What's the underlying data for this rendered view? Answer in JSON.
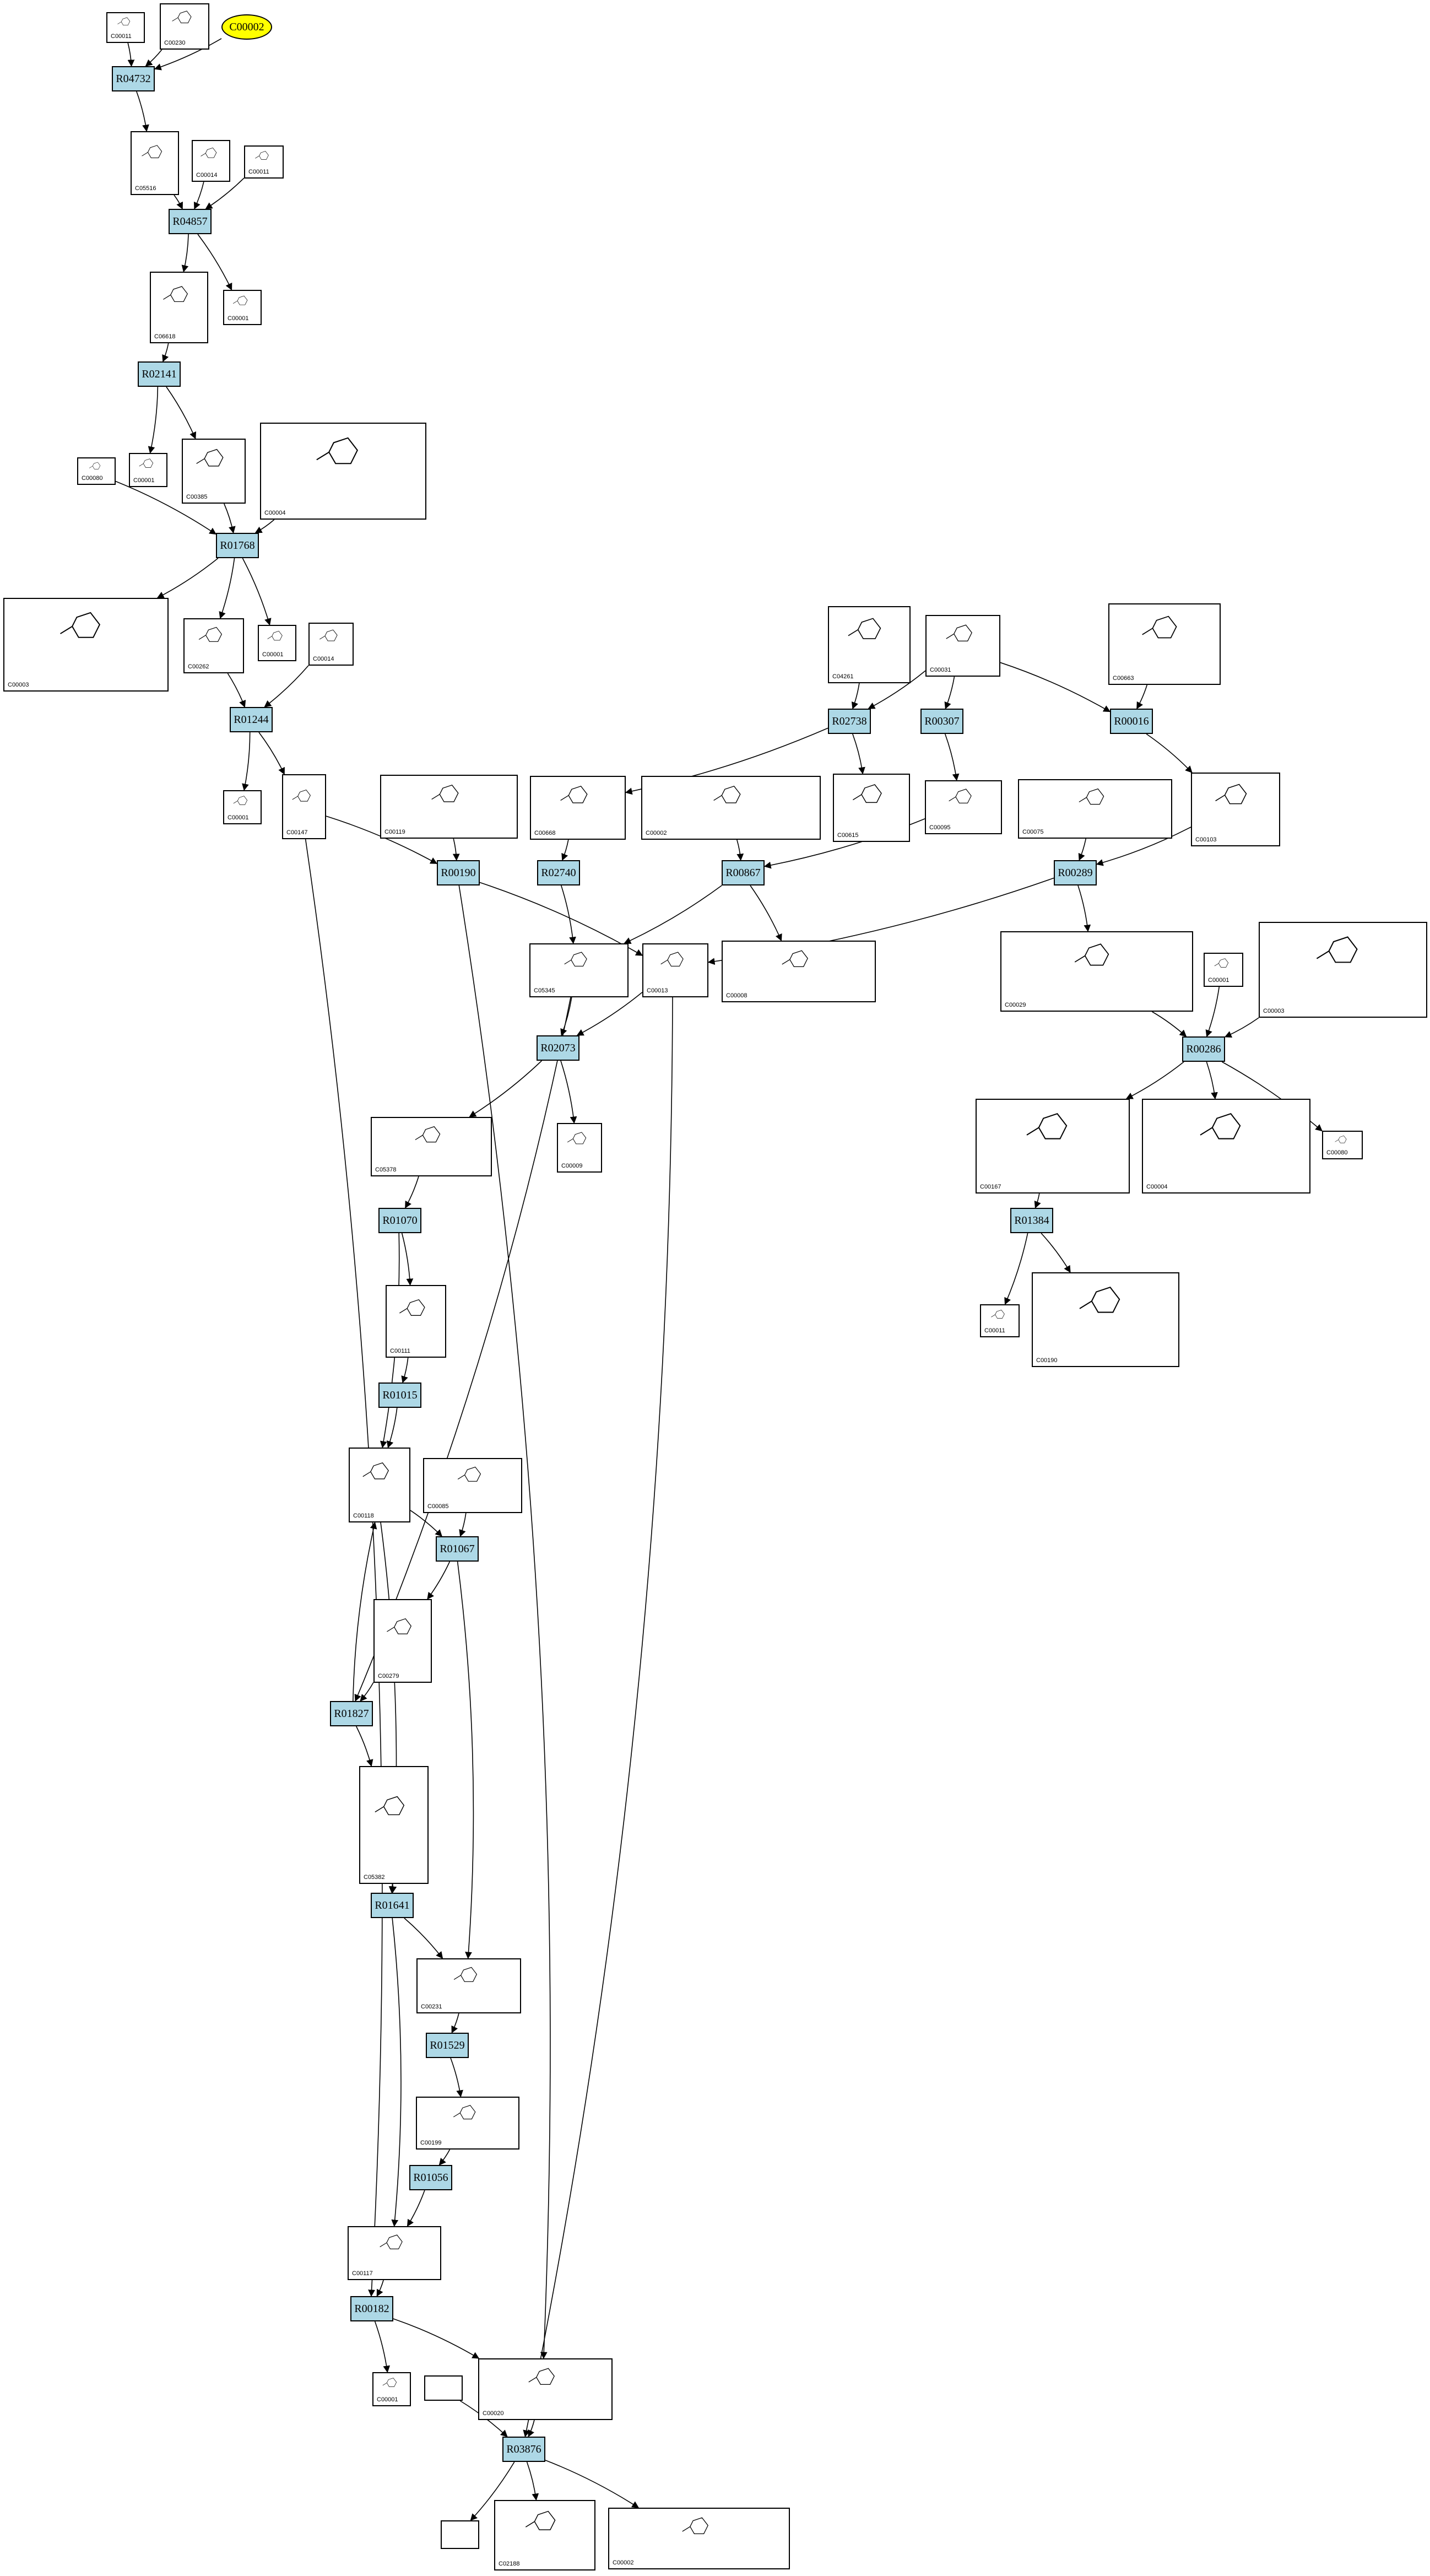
{
  "root": {
    "label": "C00002"
  },
  "reactions": [
    {
      "id": "R04732",
      "label": "R04732"
    },
    {
      "id": "R04857",
      "label": "R04857"
    },
    {
      "id": "R02141",
      "label": "R02141"
    },
    {
      "id": "R01768",
      "label": "R01768"
    },
    {
      "id": "R01244",
      "label": "R01244"
    },
    {
      "id": "R00190",
      "label": "R00190"
    },
    {
      "id": "R02740",
      "label": "R02740"
    },
    {
      "id": "R00867",
      "label": "R00867"
    },
    {
      "id": "R02738",
      "label": "R02738"
    },
    {
      "id": "R00307",
      "label": "R00307"
    },
    {
      "id": "R00016",
      "label": "R00016"
    },
    {
      "id": "R00289",
      "label": "R00289"
    },
    {
      "id": "R02073",
      "label": "R02073"
    },
    {
      "id": "R00286",
      "label": "R00286"
    },
    {
      "id": "R01070",
      "label": "R01070"
    },
    {
      "id": "R01384",
      "label": "R01384"
    },
    {
      "id": "R01015",
      "label": "R01015"
    },
    {
      "id": "R01067",
      "label": "R01067"
    },
    {
      "id": "R01827",
      "label": "R01827"
    },
    {
      "id": "R01641",
      "label": "R01641"
    },
    {
      "id": "R01529",
      "label": "R01529"
    },
    {
      "id": "R01056",
      "label": "R01056"
    },
    {
      "id": "R00182",
      "label": "R00182"
    },
    {
      "id": "R03876",
      "label": "R03876"
    }
  ],
  "compounds": [
    {
      "id": "C00011a",
      "label": "C00011"
    },
    {
      "id": "C00230",
      "label": "C00230"
    },
    {
      "id": "C05516",
      "label": "C05516"
    },
    {
      "id": "C00014a",
      "label": "C00014"
    },
    {
      "id": "C00011b",
      "label": "C00011"
    },
    {
      "id": "C00001a",
      "label": "C00001"
    },
    {
      "id": "C06618",
      "label": "C06618"
    },
    {
      "id": "C00001b",
      "label": "C00001"
    },
    {
      "id": "C00080a",
      "label": "C00080"
    },
    {
      "id": "C00385",
      "label": "C00385"
    },
    {
      "id": "C00004a",
      "label": "C00004"
    },
    {
      "id": "C00003a",
      "label": "C00003"
    },
    {
      "id": "C00262",
      "label": "C00262"
    },
    {
      "id": "C00001c",
      "label": "C00001"
    },
    {
      "id": "C00014b",
      "label": "C00014"
    },
    {
      "id": "C00001d",
      "label": "C00001"
    },
    {
      "id": "C00147",
      "label": "C00147"
    },
    {
      "id": "C00119",
      "label": "C00119"
    },
    {
      "id": "C00668",
      "label": "C00668"
    },
    {
      "id": "C00002a",
      "label": "C00002"
    },
    {
      "id": "C04261",
      "label": "C04261"
    },
    {
      "id": "C00031",
      "label": "C00031"
    },
    {
      "id": "C00615",
      "label": "C00615"
    },
    {
      "id": "C00095",
      "label": "C00095"
    },
    {
      "id": "C00663",
      "label": "C00663"
    },
    {
      "id": "C00075",
      "label": "C00075"
    },
    {
      "id": "C00103",
      "label": "C00103"
    },
    {
      "id": "C05345",
      "label": "C05345"
    },
    {
      "id": "C00013",
      "label": "C00013"
    },
    {
      "id": "C00008",
      "label": "C00008"
    },
    {
      "id": "C00029",
      "label": "C00029"
    },
    {
      "id": "C00001e",
      "label": "C00001"
    },
    {
      "id": "C00003b",
      "label": "C00003"
    },
    {
      "id": "C05378",
      "label": "C05378"
    },
    {
      "id": "C00009",
      "label": "C00009"
    },
    {
      "id": "C00167",
      "label": "C00167"
    },
    {
      "id": "C00004b",
      "label": "C00004"
    },
    {
      "id": "C00080b",
      "label": "C00080"
    },
    {
      "id": "C00111",
      "label": "C00111"
    },
    {
      "id": "C00011c",
      "label": "C00011"
    },
    {
      "id": "C00190",
      "label": "C00190"
    },
    {
      "id": "C00118",
      "label": "C00118"
    },
    {
      "id": "C00085",
      "label": "C00085"
    },
    {
      "id": "C00279",
      "label": "C00279"
    },
    {
      "id": "C05382",
      "label": "C05382"
    },
    {
      "id": "C00231",
      "label": "C00231"
    },
    {
      "id": "C00199",
      "label": "C00199"
    },
    {
      "id": "C00117",
      "label": "C00117"
    },
    {
      "id": "C00001f",
      "label": "C00001"
    },
    {
      "id": "C00020",
      "label": "C00020"
    },
    {
      "id": "blank1",
      "label": ""
    },
    {
      "id": "blank2",
      "label": ""
    },
    {
      "id": "C02188",
      "label": "C02188"
    },
    {
      "id": "C00002b",
      "label": "C00002"
    }
  ]
}
